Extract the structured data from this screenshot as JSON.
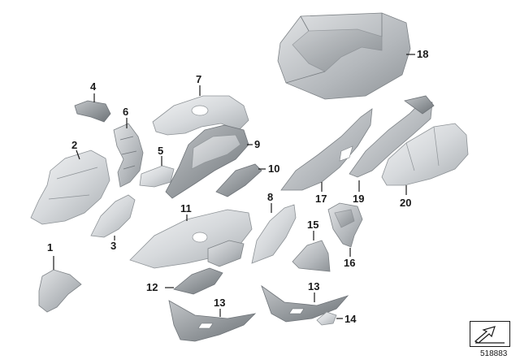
{
  "diagram": {
    "reference_number": "518883",
    "callouts": [
      {
        "id": "c1",
        "label": "1"
      },
      {
        "id": "c2",
        "label": "2"
      },
      {
        "id": "c3",
        "label": "3"
      },
      {
        "id": "c4",
        "label": "4"
      },
      {
        "id": "c5",
        "label": "5"
      },
      {
        "id": "c6",
        "label": "6"
      },
      {
        "id": "c7",
        "label": "7"
      },
      {
        "id": "c8",
        "label": "8"
      },
      {
        "id": "c9",
        "label": "9"
      },
      {
        "id": "c10",
        "label": "10"
      },
      {
        "id": "c11",
        "label": "11"
      },
      {
        "id": "c12",
        "label": "12"
      },
      {
        "id": "c13a",
        "label": "13"
      },
      {
        "id": "c13b",
        "label": "13"
      },
      {
        "id": "c14",
        "label": "14"
      },
      {
        "id": "c15",
        "label": "15"
      },
      {
        "id": "c16",
        "label": "16"
      },
      {
        "id": "c17",
        "label": "17"
      },
      {
        "id": "c18",
        "label": "18"
      },
      {
        "id": "c19",
        "label": "19"
      },
      {
        "id": "c20",
        "label": "20"
      }
    ]
  }
}
